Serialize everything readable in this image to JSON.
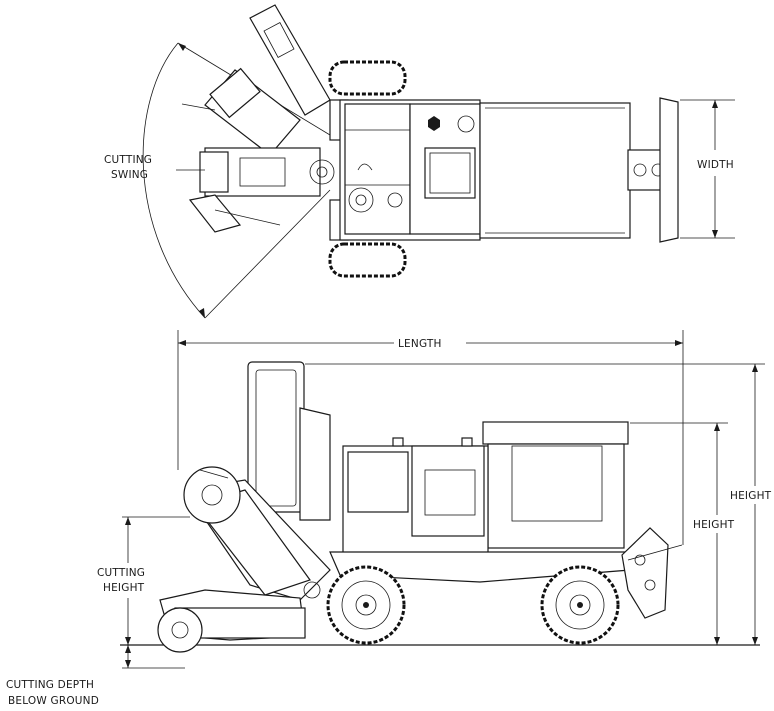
{
  "labels": {
    "cutting_swing_line1": "CUTTING",
    "cutting_swing_line2": "SWING",
    "width": "WIDTH",
    "length": "LENGTH",
    "height_total": "HEIGHT",
    "height_body": "HEIGHT",
    "cutting_height_line1": "CUTTING",
    "cutting_height_line2": "HEIGHT",
    "cutting_depth_line1": "CUTTING DEPTH",
    "cutting_depth_line2": "BELOW GROUND"
  }
}
